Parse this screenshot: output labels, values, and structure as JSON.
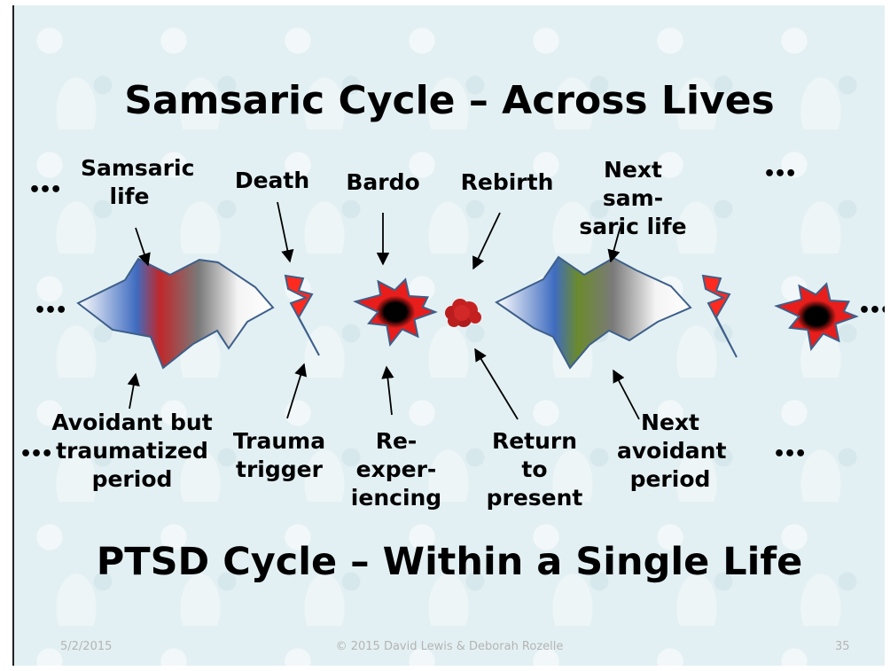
{
  "title_top": "Samsaric Cycle – Across Lives",
  "title_bottom": "PTSD Cycle – Within a Single Life",
  "top_labels": {
    "samsaric_life": "Samsaric\nlife",
    "death": "Death",
    "bardo": "Bardo",
    "rebirth": "Rebirth",
    "next_samsaric_life": "Next sam-\nsaric life"
  },
  "bottom_labels": {
    "avoidant": "Avoidant but\ntraumatized\nperiod",
    "trauma_trigger": "Trauma\ntrigger",
    "reexperiencing": "Re-exper-\niencing",
    "return": "Return to\npresent",
    "next_avoidant": "Next\navoidant\nperiod"
  },
  "ellipsis": "•••",
  "footer": {
    "date": "5/2/2015",
    "copyright": "© 2015 David Lewis & Deborah Rozelle",
    "page": "35"
  },
  "colors": {
    "burst_outline": "#3d5f8a",
    "blue": "#3f6cc0",
    "red": "#e8201c",
    "green": "#6b8a2c",
    "gray": "#7d7d7d",
    "lightning": "#ff2a1f"
  }
}
